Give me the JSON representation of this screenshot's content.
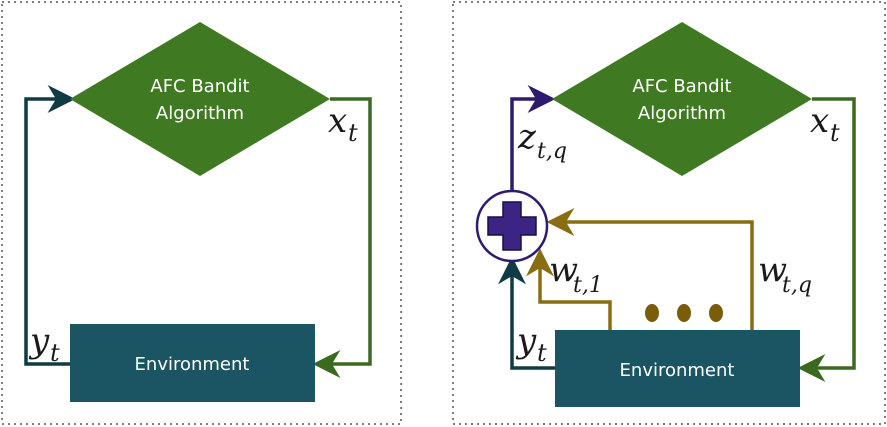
{
  "colors": {
    "algorithm_fill": "#3f7a22",
    "environment_fill": "#1b5563",
    "feedback_line": "#0f3b45",
    "action_line": "#3a6a1f",
    "plus_line": "#2e1a6e",
    "plus_fill": "#3b2483",
    "weight_line": "#8a6d12",
    "dots": "#7a5d0a",
    "frame": "#555555"
  },
  "left_panel": {
    "algorithm_label_line1": "AFC Bandit",
    "algorithm_label_line2": "Algorithm",
    "environment_label": "Environment",
    "action_symbol": "x",
    "action_subscript": "t",
    "feedback_symbol": "y",
    "feedback_subscript": "t"
  },
  "right_panel": {
    "algorithm_label_line1": "AFC Bandit",
    "algorithm_label_line2": "Algorithm",
    "environment_label": "Environment",
    "action_symbol": "x",
    "action_subscript": "t",
    "feedback_symbol": "y",
    "feedback_subscript": "t",
    "aggregate_symbol": "z",
    "aggregate_subscript": "t,q",
    "weight1_symbol": "w",
    "weight1_subscript": "t,1",
    "weightq_symbol": "w",
    "weightq_subscript": "t,q",
    "plus_icon": "plus-icon",
    "ellipsis_count": 3
  }
}
